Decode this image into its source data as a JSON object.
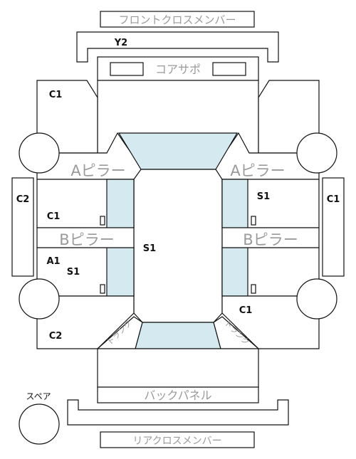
{
  "labels": {
    "front_cross_member": "フロントクロスメンバー",
    "core_support": "コアサポ",
    "a_pillar_left": "Aピラー",
    "a_pillar_right": "Aピラー",
    "b_pillar_left": "Bピラー",
    "b_pillar_right": "Bピラー",
    "back_panel": "バックパネル",
    "rear_cross_member": "リアクロスメンバー",
    "spare": "スペア",
    "trunk_left": "トランク",
    "trunk_right": "トランク"
  },
  "grades": {
    "y2_front": "Y2",
    "c1_front_left": "C1",
    "c2_left_side": "C2",
    "c1_right_side": "C1",
    "s1_front_right_door": "S1",
    "c1_front_left_door": "C1",
    "s1_roof": "S1",
    "a1_rear_left_door": "A1",
    "s1_rear_left_door": "S1",
    "c1_rear_right": "C1",
    "c2_rear_left": "C2"
  },
  "colors": {
    "glass": "#d5eaf0",
    "outline": "#111111",
    "label_gray": "#9a9a9a"
  }
}
